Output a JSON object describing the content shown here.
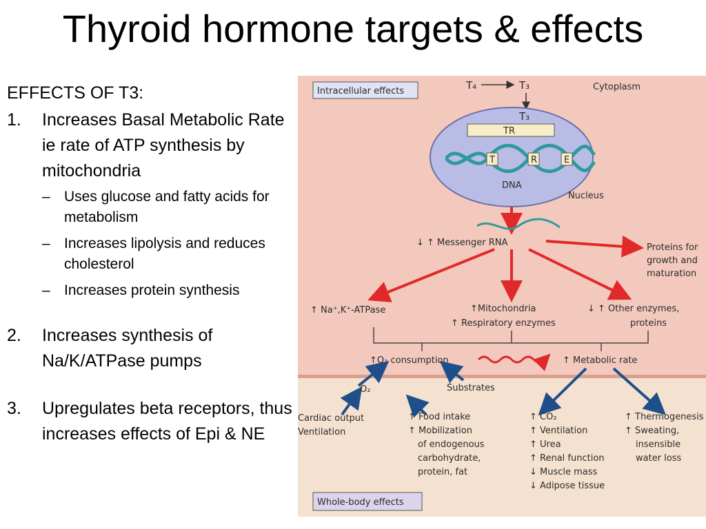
{
  "slide": {
    "title": "Thyroid hormone targets & effects"
  },
  "effects": {
    "heading": "EFFECTS OF T3:",
    "items": [
      {
        "num": "1.",
        "text": "Increases Basal Metabolic Rate ie rate of ATP synthesis by mitochondria",
        "subs": [
          "Uses glucose and fatty acids for metabolism",
          "Increases lipolysis and reduces cholesterol",
          "Increases protein synthesis"
        ]
      },
      {
        "num": "2.",
        "text": "Increases synthesis of Na/K/ATPase pumps"
      },
      {
        "num": "3.",
        "text": "Upregulates beta receptors, thus increases effects of Epi & NE"
      }
    ]
  },
  "figure": {
    "intracellular_label": "Intracellular effects",
    "cytoplasm": "Cytoplasm",
    "t4": "T₄",
    "t3_top": "T₃",
    "t3_mid": "T₃",
    "tr": "TR",
    "tre_t": "T",
    "tre_r": "R",
    "tre_e": "E",
    "dna": "DNA",
    "nucleus": "Nucleus",
    "mrna": "↓ ↑ Messenger RNA",
    "proteins_growth": [
      "Proteins for",
      "growth and",
      "maturation"
    ],
    "atpase": "↑ Na⁺,K⁺-ATPase",
    "mitochondria": "↑Mitochondria",
    "resp_enzymes": "↑ Respiratory enzymes",
    "other_enzymes": [
      "↓ ↑ Other enzymes,",
      "proteins"
    ],
    "o2_consumption": "↑O₂ consumption",
    "metabolic_rate": "↑ Metabolic rate",
    "o2": "O₂",
    "substrates": "Substrates",
    "cardiac": [
      "Cardiac output",
      "Ventilation"
    ],
    "food": [
      "↑ Food intake",
      "↑ Mobilization",
      "of endogenous",
      "carbohydrate,",
      "protein, fat"
    ],
    "co2": [
      "↑ CO₂",
      "↑ Ventilation",
      "↑ Urea",
      "↑ Renal function",
      "↓ Muscle mass",
      "↓ Adipose tissue"
    ],
    "thermo": [
      "↑ Thermogenesis",
      "↑ Sweating,",
      "insensible",
      "water loss"
    ],
    "whole_body_label": "Whole-body effects",
    "colors": {
      "upper_bg": "#f3c9bd",
      "lower_bg": "#f5e1cf",
      "red_arrow": "#e02a2a",
      "blue_arrow": "#1f4f8a",
      "nucleus": "#b9bde6",
      "dna": "#2e9a9a"
    }
  }
}
